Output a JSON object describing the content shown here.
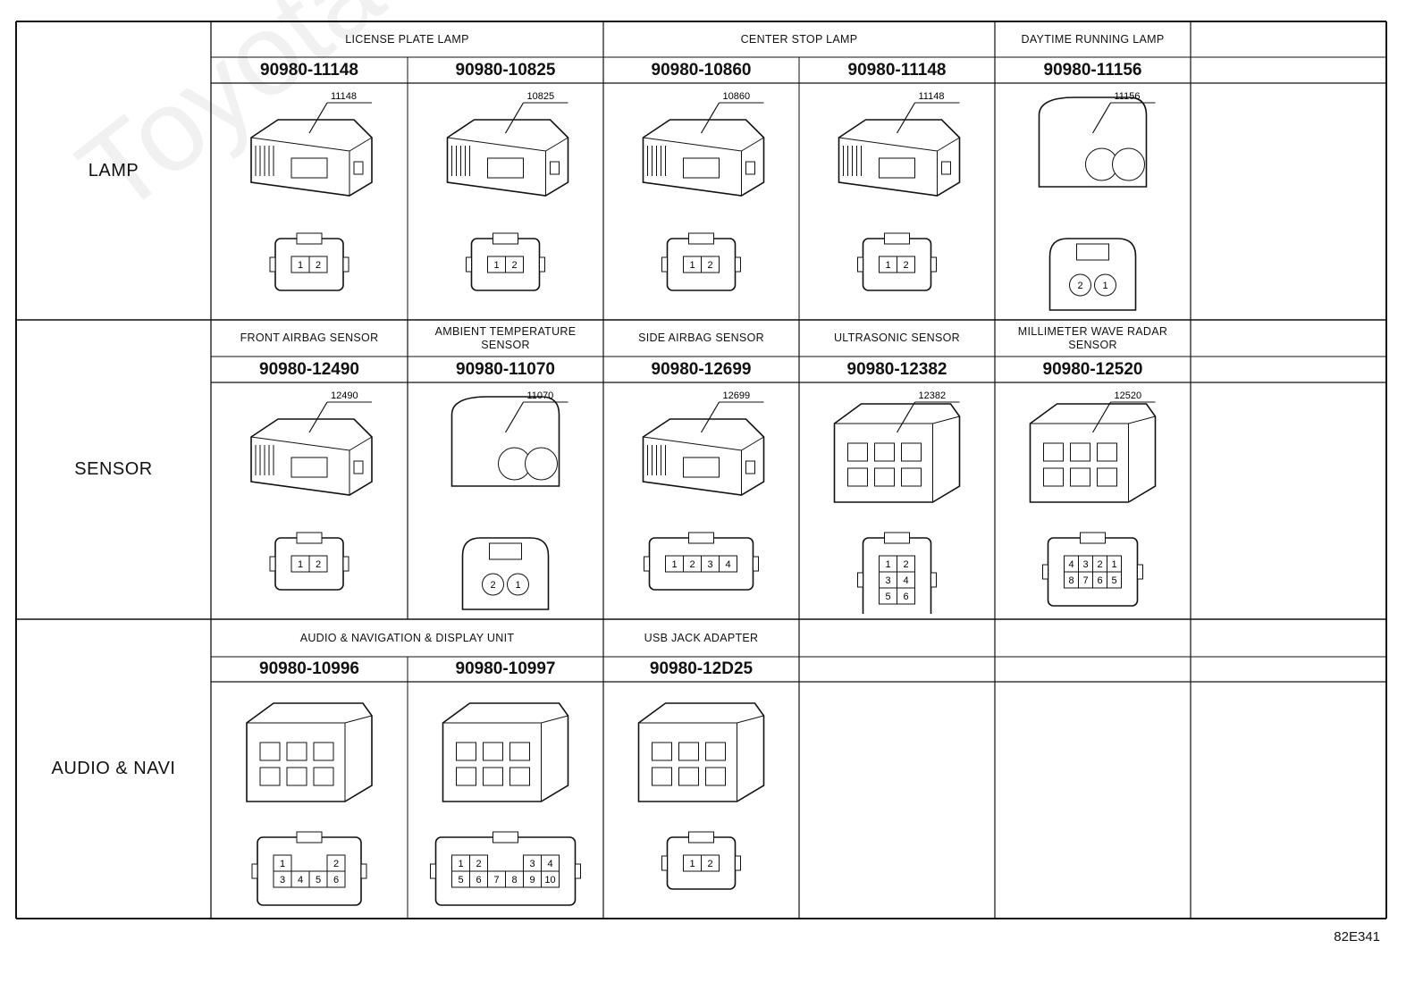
{
  "watermark": "ToyotaCarNine.ru",
  "reference_code": "82E341",
  "rows": [
    {
      "category": "LAMP",
      "cells": [
        {
          "name": "LICENSE PLATE LAMP",
          "span": 2,
          "parts": [
            {
              "number": "90980-11148",
              "callout": "11148",
              "pins": [
                "1",
                "2"
              ],
              "face": "lamp-a"
            },
            {
              "number": "90980-10825",
              "callout": "10825",
              "pins": [
                "1",
                "2"
              ],
              "face": "lamp-b"
            }
          ]
        },
        {
          "name": "CENTER STOP LAMP",
          "span": 2,
          "parts": [
            {
              "number": "90980-10860",
              "callout": "10860",
              "pins": [
                "1",
                "2"
              ],
              "face": "lamp-c"
            },
            {
              "number": "90980-11148",
              "callout": "11148",
              "pins": [
                "1",
                "2"
              ],
              "face": "lamp-a"
            }
          ]
        },
        {
          "name": "DAYTIME RUNNING LAMP",
          "span": 1,
          "parts": [
            {
              "number": "90980-11156",
              "callout": "11156",
              "pins": [
                "2",
                "1"
              ],
              "face": "round-2"
            }
          ]
        },
        {
          "name": "",
          "span": 1,
          "parts": [
            {
              "number": "",
              "callout": "",
              "pins": [],
              "face": "none"
            }
          ]
        }
      ]
    },
    {
      "category": "SENSOR",
      "cells": [
        {
          "name": "FRONT AIRBAG SENSOR",
          "span": 1,
          "parts": [
            {
              "number": "90980-12490",
              "callout": "12490",
              "pins": [
                "1",
                "2"
              ],
              "face": "airbag"
            }
          ]
        },
        {
          "name": "AMBIENT TEMPERATURE SENSOR",
          "span": 1,
          "parts": [
            {
              "number": "90980-11070",
              "callout": "11070",
              "pins": [
                "2",
                "1"
              ],
              "face": "ambient"
            }
          ]
        },
        {
          "name": "SIDE AIRBAG SENSOR",
          "span": 1,
          "parts": [
            {
              "number": "90980-12699",
              "callout": "12699",
              "pins": [
                "1",
                "2",
                "3",
                "4"
              ],
              "face": "side-4"
            }
          ]
        },
        {
          "name": "ULTRASONIC SENSOR",
          "span": 1,
          "parts": [
            {
              "number": "90980-12382",
              "callout": "12382",
              "pins": [
                "1",
                "2",
                "3",
                "4",
                "5",
                "6"
              ],
              "face": "ultra-6"
            }
          ]
        },
        {
          "name": "MILLIMETER WAVE RADAR SENSOR",
          "span": 1,
          "parts": [
            {
              "number": "90980-12520",
              "callout": "12520",
              "pins": [
                "4",
                "3",
                "2",
                "1",
                "8",
                "7",
                "6",
                "5"
              ],
              "face": "radar-8"
            }
          ]
        },
        {
          "name": "",
          "span": 1,
          "parts": [
            {
              "number": "",
              "callout": "",
              "pins": [],
              "face": "none"
            }
          ]
        }
      ]
    },
    {
      "category": "AUDIO & NAVI",
      "cells": [
        {
          "name": "AUDIO & NAVIGATION & DISPLAY UNIT",
          "span": 2,
          "parts": [
            {
              "number": "90980-10996",
              "callout": "",
              "pins": [
                "1",
                "2",
                "3",
                "4",
                "5",
                "6"
              ],
              "face": "audio-6"
            },
            {
              "number": "90980-10997",
              "callout": "",
              "pins": [
                "1",
                "2",
                "3",
                "4",
                "5",
                "6",
                "7",
                "8",
                "9",
                "10"
              ],
              "face": "audio-10"
            }
          ]
        },
        {
          "name": "USB JACK ADAPTER",
          "span": 1,
          "parts": [
            {
              "number": "90980-12D25",
              "callout": "",
              "pins": [
                "1",
                "2"
              ],
              "face": "usb-2"
            }
          ]
        },
        {
          "name": "",
          "span": 1,
          "parts": [
            {
              "number": "",
              "callout": "",
              "pins": [],
              "face": "none"
            }
          ]
        },
        {
          "name": "",
          "span": 1,
          "parts": [
            {
              "number": "",
              "callout": "",
              "pins": [],
              "face": "none"
            }
          ]
        },
        {
          "name": "",
          "span": 1,
          "parts": [
            {
              "number": "",
              "callout": "",
              "pins": [],
              "face": "none"
            }
          ]
        }
      ]
    }
  ]
}
